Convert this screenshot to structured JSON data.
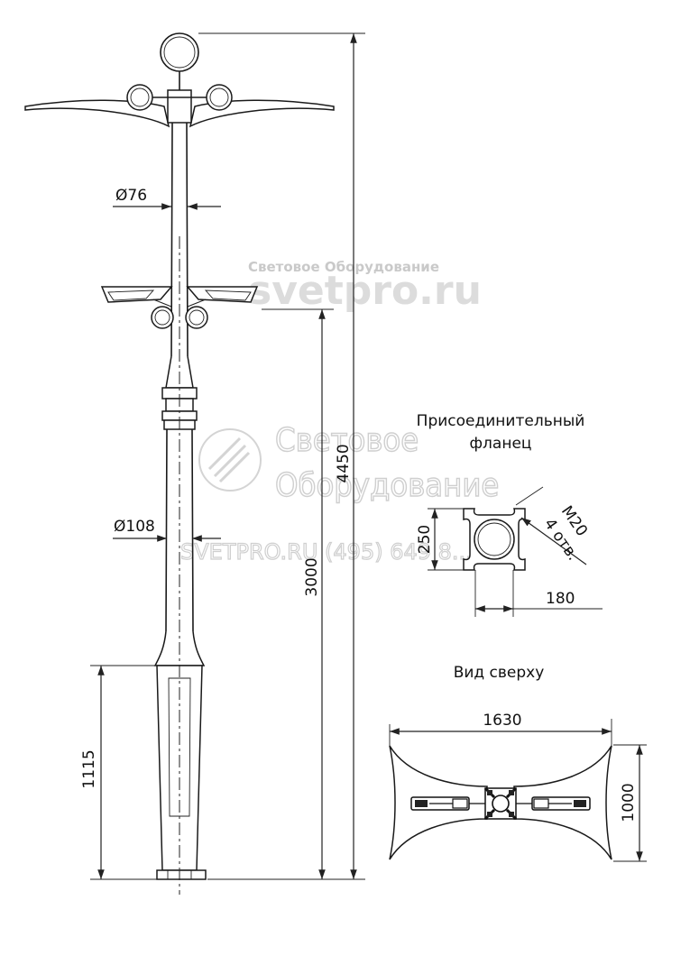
{
  "watermark": {
    "line1": "Световое Оборудование",
    "line2": "svetpro.ru",
    "big_line1": "Световое",
    "big_line2": "Оборудование",
    "phone_line": "SVETPRO.RU   (495) 649 8..."
  },
  "dimensions": {
    "height_total": "4450",
    "height_lower": "3000",
    "height_base": "1115",
    "diameter_top": "Ø76",
    "diameter_bottom": "Ø108"
  },
  "flange": {
    "title_line1": "Присоединительный",
    "title_line2": "фланец",
    "size_height": "250",
    "size_width": "180",
    "bolt_line1": "M20",
    "bolt_line2": "4 отв."
  },
  "top_view": {
    "title": "Вид сверху",
    "width": "1630",
    "depth": "1000"
  }
}
